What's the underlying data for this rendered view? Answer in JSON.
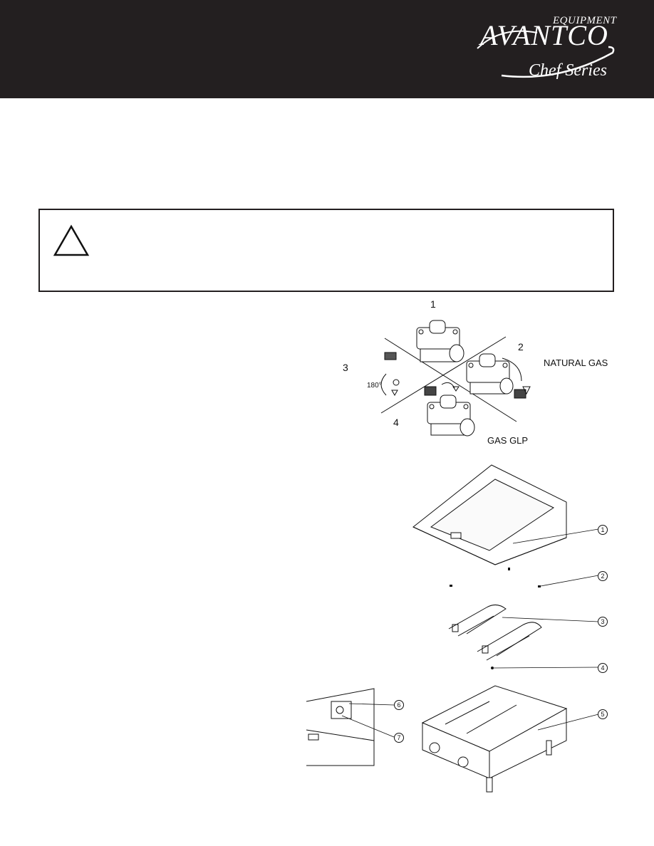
{
  "header": {
    "logo": {
      "equipment": "EQUIPMENT",
      "brand": "AVANTCO",
      "series": "Chef Series"
    },
    "background": "#231f20"
  },
  "warning": {
    "icon": "warning-triangle-icon"
  },
  "regulator_figure": {
    "positions": [
      "1",
      "2",
      "3",
      "4"
    ],
    "rotation": "180°",
    "natural_gas": "NATURAL GAS",
    "gas_glp": "GAS GLP"
  },
  "exploded_figure": {
    "callouts": [
      "1",
      "2",
      "3",
      "4",
      "5",
      "6",
      "7"
    ]
  }
}
